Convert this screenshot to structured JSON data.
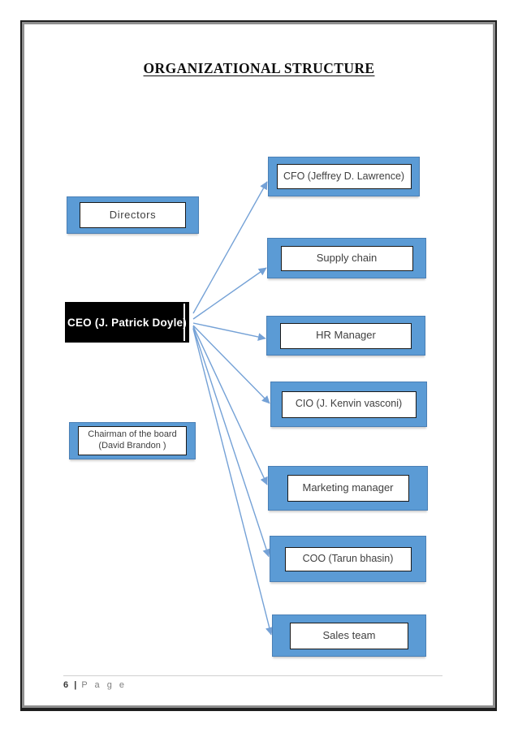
{
  "page": {
    "title": "ORGANIZATIONAL STRUCTURE",
    "footer": {
      "page_number": "6",
      "separator": "|",
      "label": "P a g e"
    }
  },
  "colors": {
    "box_blue": "#5B9BD5",
    "box_blue_border": "#4a7fb5",
    "ceo_box_bg": "#000000",
    "arrow": "#74A1D6",
    "inner_box_border": "#1a1a1a",
    "text": "#404040"
  },
  "org_chart": {
    "nodes": [
      {
        "id": "directors",
        "label": "Directors",
        "type": "blue"
      },
      {
        "id": "ceo",
        "label": "CEO (J. Patrick Doyle)",
        "type": "black"
      },
      {
        "id": "chairman",
        "label": "Chairman of the board",
        "label2": "(David  Brandon )",
        "type": "blue"
      },
      {
        "id": "cfo",
        "label": "CFO (Jeffrey D. Lawrence)",
        "type": "blue"
      },
      {
        "id": "supply",
        "label": "Supply chain",
        "type": "blue"
      },
      {
        "id": "hr",
        "label": "HR Manager",
        "type": "blue"
      },
      {
        "id": "cio",
        "label": "CIO (J. Kenvin vasconi)",
        "type": "blue"
      },
      {
        "id": "marketing",
        "label": "Marketing manager",
        "type": "blue"
      },
      {
        "id": "coo",
        "label": "COO (Tarun bhasin)",
        "type": "blue"
      },
      {
        "id": "sales",
        "label": "Sales team",
        "type": "blue"
      }
    ],
    "edges": [
      {
        "from": "ceo",
        "to": "cfo"
      },
      {
        "from": "ceo",
        "to": "supply"
      },
      {
        "from": "ceo",
        "to": "hr"
      },
      {
        "from": "ceo",
        "to": "cio"
      },
      {
        "from": "ceo",
        "to": "marketing"
      },
      {
        "from": "ceo",
        "to": "coo"
      },
      {
        "from": "ceo",
        "to": "sales"
      }
    ]
  }
}
